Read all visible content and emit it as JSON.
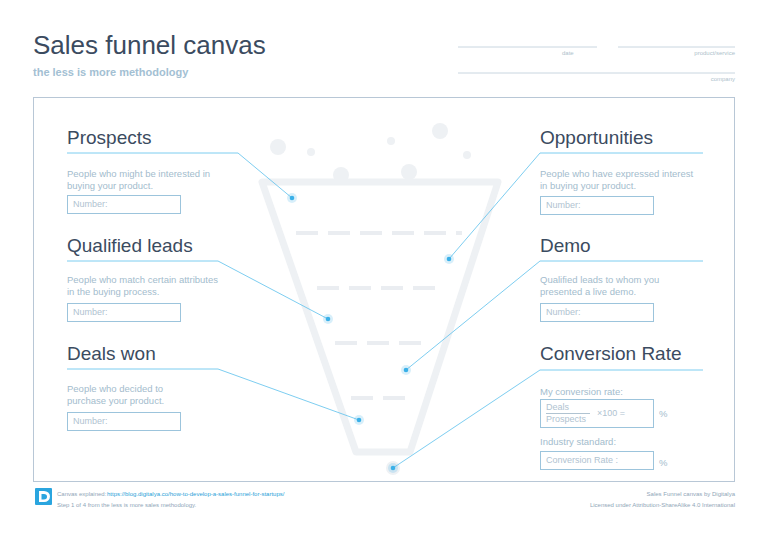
{
  "diagram": {
    "title": "Sales funnel canvas",
    "nodes": [
      {
        "text": [
          "Number:"
        ]
      },
      {
        "text": [
          "Number:"
        ]
      },
      {
        "text": [
          "Number:"
        ]
      },
      {
        "text": [
          "Number:"
        ]
      },
      {
        "text": [
          "Number:"
        ]
      },
      {
        "text": [
          "Deals",
          "Prospects",
          "×100 ="
        ]
      },
      {
        "text": [
          "Conversion Rate :"
        ]
      }
    ],
    "labels": [
      "the less is more methodology",
      "date",
      "product/service",
      "company",
      "Prospects",
      "People who might be interested in buying your product.",
      "Opportunities",
      "People who have expressed interest in buying your product.",
      "Qualified leads",
      "People who match certain attributes in the buying process.",
      "Demo",
      "Qualified leads to whom you presented a live demo.",
      "Deals won",
      "People who decided to purchase your product.",
      "Conversion Rate",
      "My conversion rate:",
      "%",
      "Industry standard:",
      "%",
      "Canvas explained:",
      "https://blog.digitalya.co/how-to-develop-a-sales-funnel-for-startups/",
      "Step 1 of 4 from the less is more sales methodology.",
      "Sales Funnel canvas by Digitalya",
      "Licensed under Attribution-ShareAlike 4.0 International"
    ]
  }
}
